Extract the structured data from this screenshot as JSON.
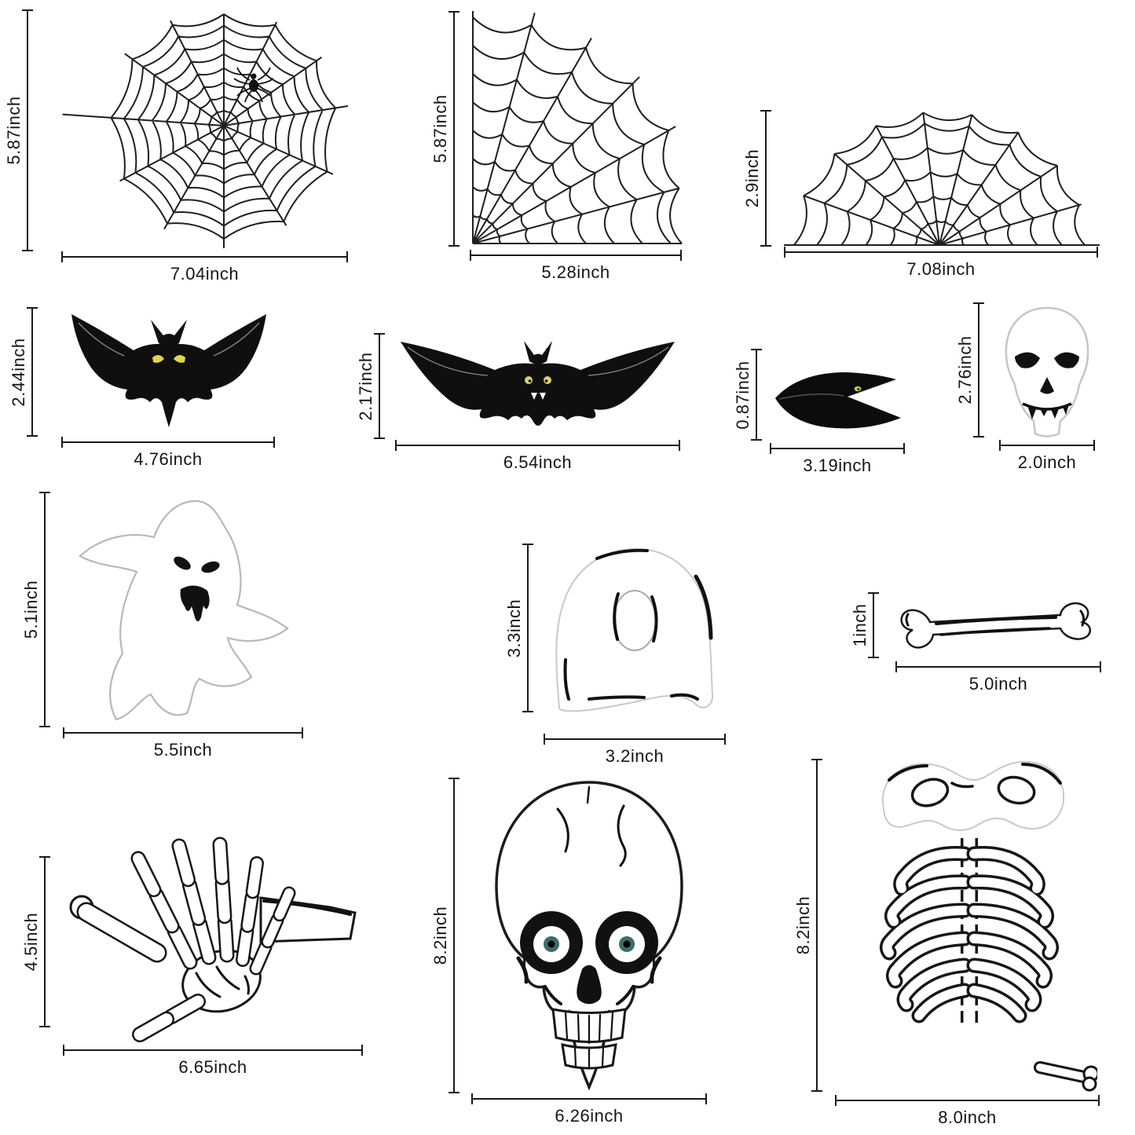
{
  "items": [
    {
      "name": "round-spider-web",
      "height": "5.87inch",
      "width": "7.04inch"
    },
    {
      "name": "corner-spider-web",
      "height": "5.87inch",
      "width": "5.28inch"
    },
    {
      "name": "half-spider-web",
      "height": "2.9inch",
      "width": "7.08inch"
    },
    {
      "name": "bat-curved-wings",
      "height": "2.44inch",
      "width": "4.76inch"
    },
    {
      "name": "bat-wide-wings",
      "height": "2.17inch",
      "width": "6.54inch"
    },
    {
      "name": "crow",
      "height": "0.87inch",
      "width": "3.19inch"
    },
    {
      "name": "skull-face",
      "height": "2.76inch",
      "width": "2.0inch"
    },
    {
      "name": "ghost",
      "height": "5.1inch",
      "width": "5.5inch"
    },
    {
      "name": "bone-plate",
      "height": "3.3inch",
      "width": "3.2inch"
    },
    {
      "name": "bone",
      "height": "1inch",
      "width": "5.0inch"
    },
    {
      "name": "skeleton-hand",
      "height": "4.5inch",
      "width": "6.65inch"
    },
    {
      "name": "skeleton-skull",
      "height": "8.2inch",
      "width": "6.26inch"
    },
    {
      "name": "skeleton-ribcage",
      "height": "8.2inch",
      "width": "8.0inch"
    }
  ],
  "colors": {
    "dimension_line": "#1a1a1a",
    "art_black": "#111111",
    "eye_yellow": "#d9cb5a",
    "crow_eye_green": "#b9c24e",
    "iris_teal": "#3f6b6b",
    "light_outline": "#c6c6c6"
  }
}
